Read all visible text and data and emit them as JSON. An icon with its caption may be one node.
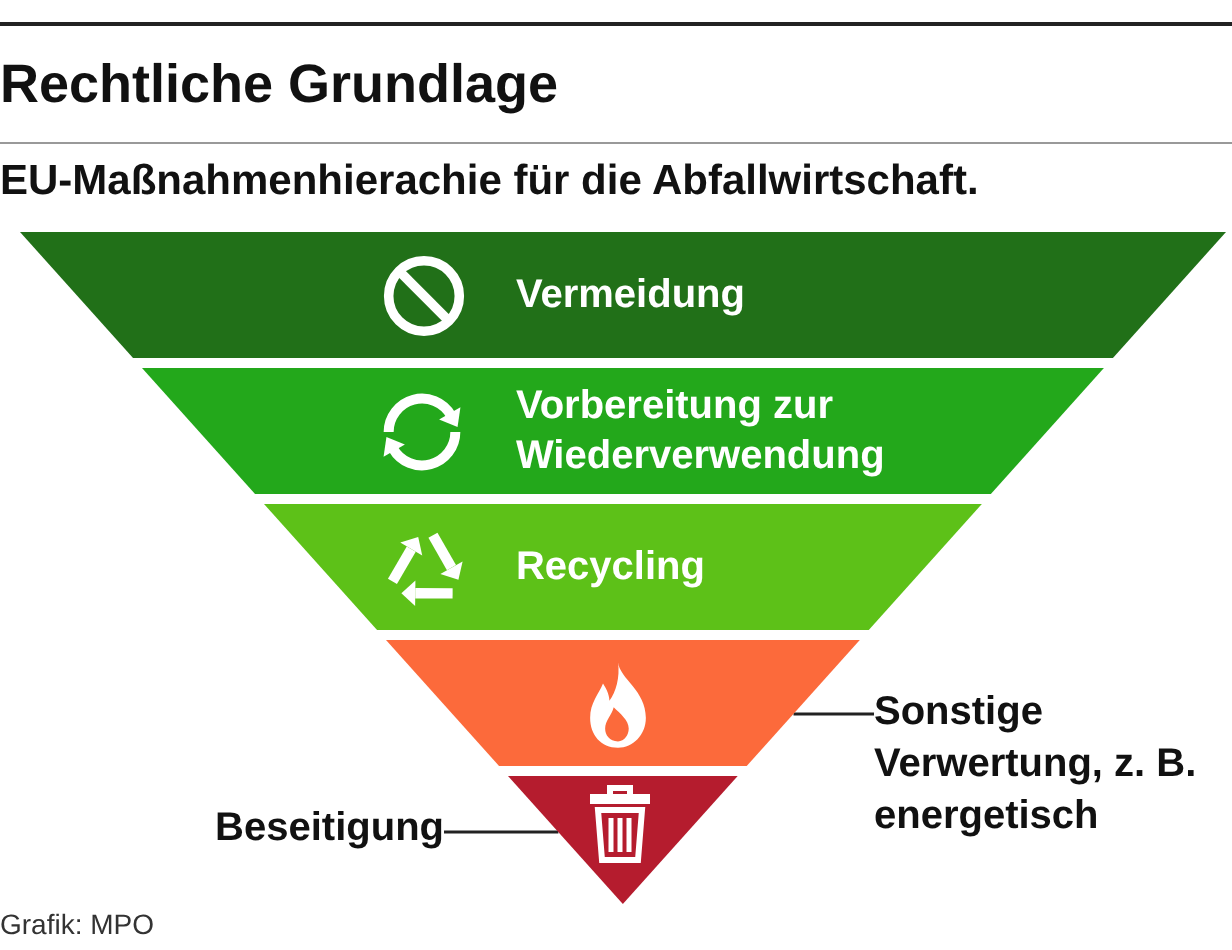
{
  "diagram": {
    "title": "Rechtliche Grundlage",
    "caption": "Grafik: MPO",
    "nodes": [
      {
        "text": [
          "Vermeidung"
        ]
      },
      {
        "text": [
          "Vorbereitung zur Wiederverwendung"
        ]
      },
      {
        "text": [
          "Recycling"
        ]
      },
      {
        "text": [],
        "shape": "trapezoid"
      },
      {
        "text": [
          "Sonstige Verwertung, z. B. energetisch"
        ]
      },
      {
        "text": [
          "Beseitigung"
        ]
      },
      {
        "text": [],
        "shape": "triangle"
      }
    ],
    "edges": [
      {
        "from": 4,
        "to": 3,
        "arrow": "none"
      },
      {
        "from": 5,
        "to": 6,
        "arrow": "none"
      }
    ],
    "labels": [
      "EU-Maßnahmenhierachie für die Abfallwirtschaft."
    ]
  }
}
